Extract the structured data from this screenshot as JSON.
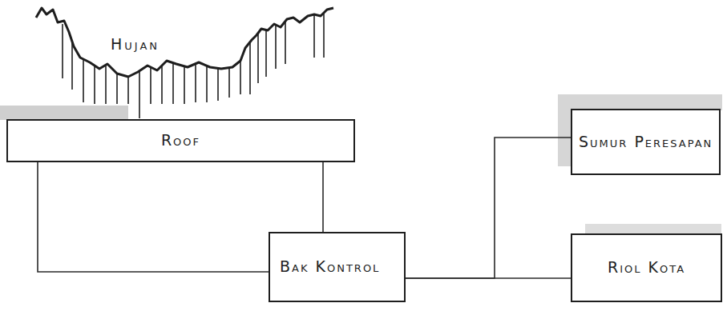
{
  "diagram": {
    "nodes": [
      {
        "text": [
          "Roof"
        ]
      },
      {
        "text": [
          "Bak Kontrol"
        ]
      },
      {
        "text": [
          "Sumur Peresapan"
        ]
      },
      {
        "text": [
          "Riol Kota"
        ]
      }
    ],
    "edges": [
      {
        "from": 0,
        "to": 1,
        "arrow": "none"
      },
      {
        "from": 0,
        "to": 1,
        "arrow": "none"
      },
      {
        "from": 1,
        "to": 2,
        "arrow": "none"
      },
      {
        "from": 1,
        "to": 3,
        "arrow": "none"
      }
    ],
    "labels": [
      "Hujan"
    ]
  }
}
